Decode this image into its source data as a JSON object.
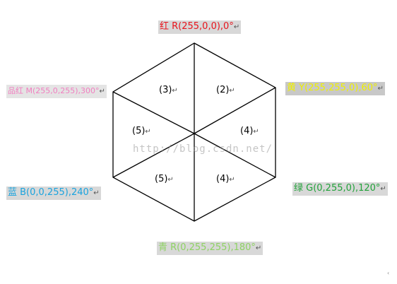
{
  "vertices": [
    {
      "id": "red",
      "text": "红 R(255,0,0),0°",
      "color": "#e8141c",
      "bg": "#d8d8d8"
    },
    {
      "id": "yellow",
      "text": "黄 Y(255,255,0),60°",
      "color": "#f0f000",
      "bg": "#c8c8c8"
    },
    {
      "id": "green",
      "text": "绿 G(0,255,0),120°",
      "color": "#22a23a",
      "bg": "#d8d8d8"
    },
    {
      "id": "cyan",
      "text": "青 R(0,255,255),180°",
      "color": "#8ed263",
      "bg": "#d8d8d8"
    },
    {
      "id": "blue",
      "text": "蓝 B(0,0,255),240°",
      "color": "#1aa3de",
      "bg": "#d8d8d8"
    },
    {
      "id": "magenta",
      "text": "品红 M(255,0,255),300°",
      "color": "#f27ec0",
      "bg": "#e4e4e4"
    }
  ],
  "regions": [
    "(3)",
    "(2)",
    "(5)",
    "(4)",
    "(5)",
    "(4)"
  ],
  "paragraph_mark": "↵",
  "watermark": "http://blog.csdn.net/",
  "corner_mark": "‹"
}
